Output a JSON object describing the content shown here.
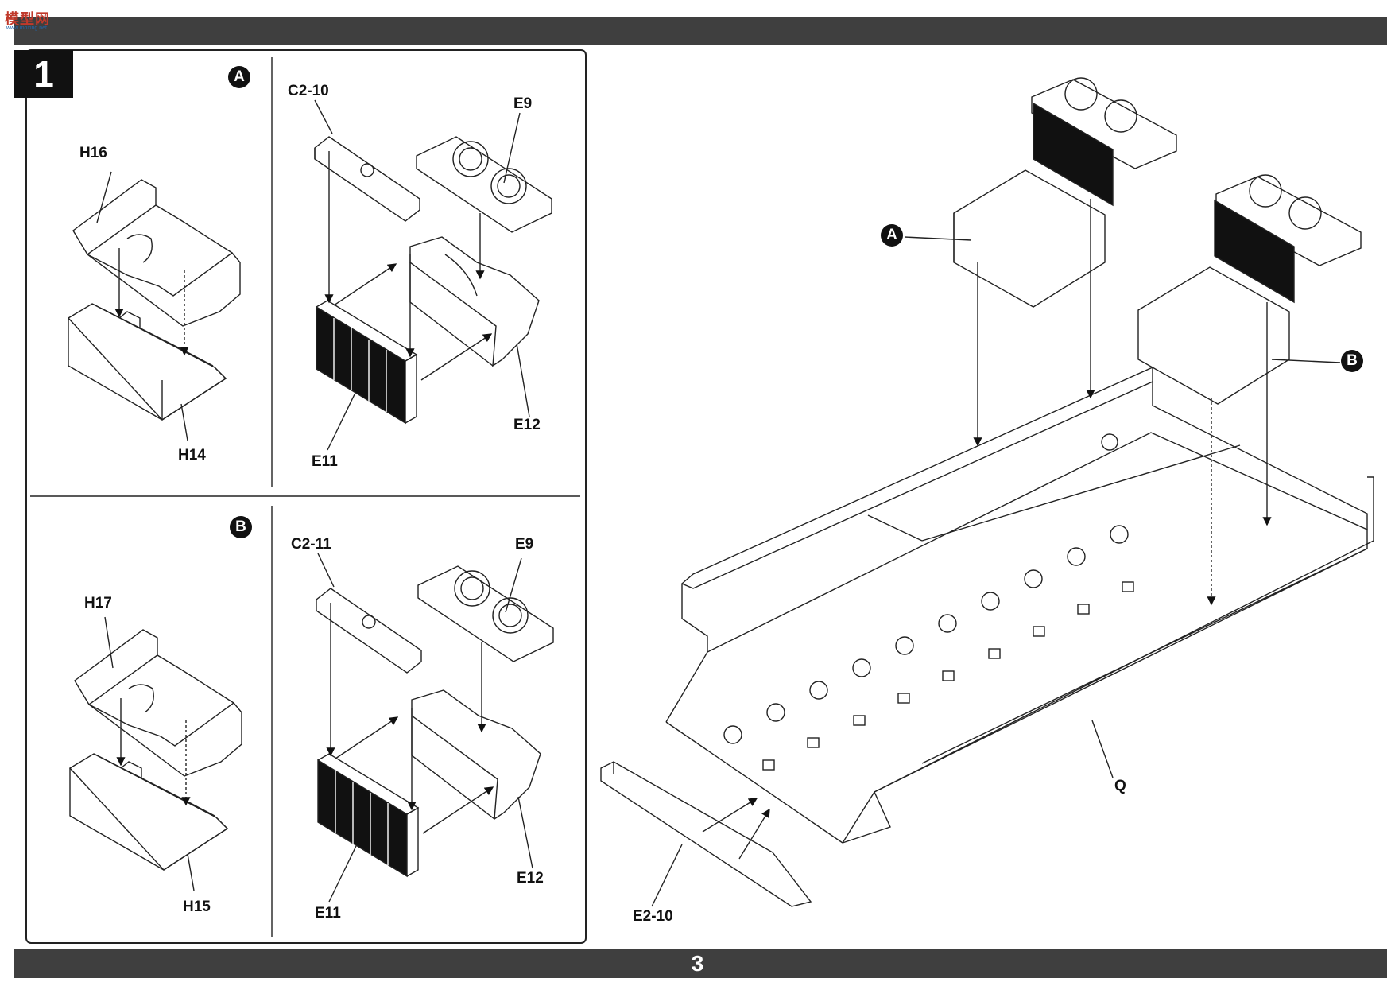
{
  "logo": {
    "main": "模型网",
    "sub": "www.moxing.net"
  },
  "step_number": "1",
  "page_number": "3",
  "callouts": {
    "a": "A",
    "b": "B"
  },
  "parts": {
    "h16": "H16",
    "h14": "H14",
    "h17": "H17",
    "h15": "H15",
    "c2_10": "C2-10",
    "c2_11": "C2-11",
    "e9_a": "E9",
    "e9_b": "E9",
    "e11_a": "E11",
    "e11_b": "E11",
    "e12_a": "E12",
    "e12_b": "E12",
    "e2_10": "E2-10",
    "q": "Q"
  }
}
